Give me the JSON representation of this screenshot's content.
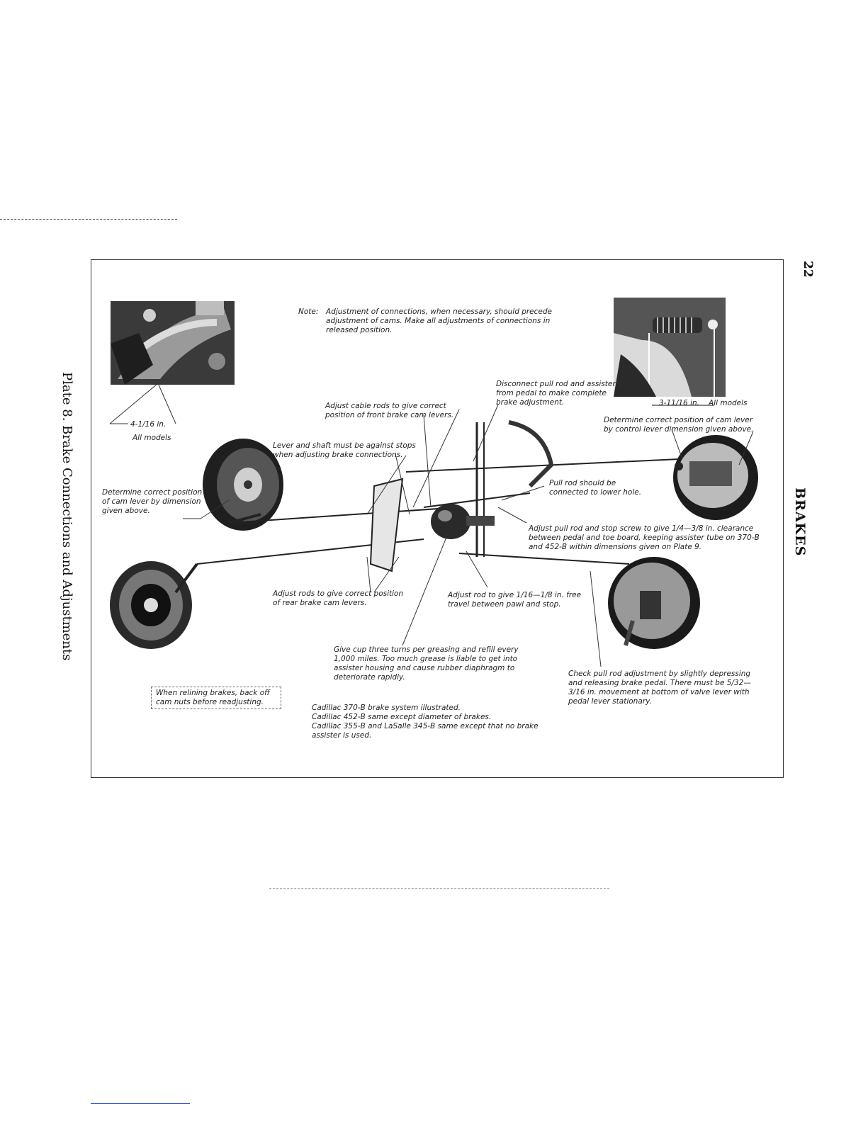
{
  "page": {
    "page_number": "22",
    "section_title": "BRAKES",
    "plate_title": "Plate 8.  Brake Connections and Adjustments"
  },
  "diagram": {
    "note_label": "Note:",
    "note_text": "Adjustment of connections, when necessary, should precede adjustment of cams. Make all adjustments of connections in released position.",
    "left_photo_dimension": "4-1/16 in.",
    "left_photo_models": "All models",
    "right_photo_dimension": "3-11/16 in.",
    "right_photo_models": "All models",
    "labels": {
      "disconnect_pull_rod": "Disconnect pull rod and assister from pedal to make complete brake adjustment.",
      "adjust_cable_rods": "Adjust cable rods to give correct position of front brake cam levers.",
      "determine_cam_lever_control": "Determine correct position of cam lever by control lever dimension given above.",
      "lever_shaft_stops": "Lever and shaft must be against stops when adjusting brake connections.",
      "determine_cam_lever_dimension": "Determine correct position of cam lever by dimension given above.",
      "pull_rod_lower_hole": "Pull rod should be connected to lower hole.",
      "adjust_pull_rod_stop_screw": "Adjust pull rod and stop screw to give 1/4—3/8 in. clearance between pedal and toe board, keeping assister tube on 370-B and 452-B within dimensions given on Plate 9.",
      "adjust_rods_rear": "Adjust rods to give correct position of rear brake cam levers.",
      "adjust_rod_pawl": "Adjust rod to give 1/16—1/8 in. free travel between pawl and stop.",
      "give_cup_turns": "Give cup three turns per greasing and refill every 1,000 miles. Too much grease is liable to get into assister housing and cause rubber diaphragm to deteriorate rapidly.",
      "check_pull_rod": "Check pull rod adjustment by slightly depressing and releasing brake pedal. There must be 5/32—3/16 in. movement at bottom of valve lever with pedal lever stationary.",
      "relining_brakes": "When relining brakes, back off cam nuts before readjusting."
    },
    "caption_lines": [
      "Cadillac 370-B brake system illustrated.",
      "Cadillac 452-B same except diameter of brakes.",
      "Cadillac 355-B and LaSalle 345-B same except that no brake assister is used."
    ]
  }
}
